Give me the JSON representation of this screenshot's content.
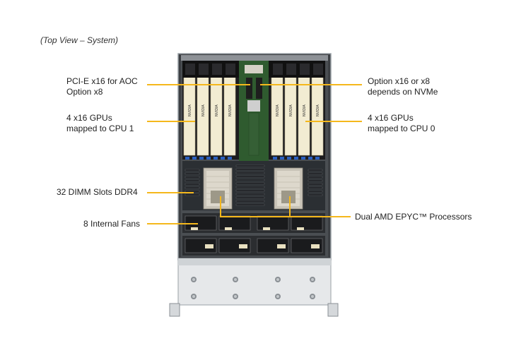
{
  "caption": "(Top View – System)",
  "callouts": {
    "pcie_aoc": {
      "line1": "PCI-E x16 for AOC",
      "line2": "Option x8"
    },
    "gpus_cpu1": {
      "line1": "4 x16 GPUs",
      "line2": "mapped to CPU 1"
    },
    "dimm": {
      "line1": "32 DIMM Slots DDR4"
    },
    "fans": {
      "line1": "8 Internal  Fans"
    },
    "option_nvme": {
      "line1": "Option x16  or x8",
      "line2": "depends on NVMe"
    },
    "gpus_cpu0": {
      "line1": "4 x16 GPUs",
      "line2": "mapped to CPU 0"
    },
    "processors": {
      "line1": "Dual AMD EPYC™ Processors"
    }
  },
  "gpu_brand_text": "NVIDIA",
  "colors": {
    "leader": "#f5b81c",
    "chassis": "#5a5e63",
    "gpu_gold": "#f2ecd2",
    "gpu_dark": "#1c1c1e",
    "board_green": "#2f5b2f",
    "heatsink": "#c9c4b8"
  }
}
